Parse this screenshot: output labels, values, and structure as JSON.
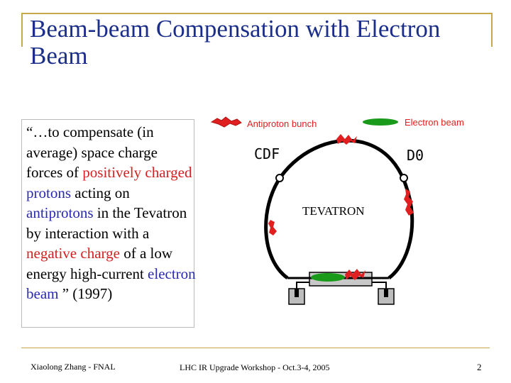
{
  "slide": {
    "title": "Beam-beam Compensation with Electron Beam",
    "quote": {
      "p1": "“…to compensate (in average) space charge forces of ",
      "positively_charged": "positively charged",
      "sp1": " ",
      "protons": "protons",
      "p2": " acting on ",
      "antiprotons": "antiprotons",
      "p3": " in the Tevatron by interaction with a ",
      "negative_charge": "negative charge",
      "p4": " of a low energy high-current ",
      "electron_beam": "electron beam",
      "p5": " ” (1997)"
    }
  },
  "diagram": {
    "legend_antiproton": "Antiproton bunch",
    "legend_electron": "Electron beam",
    "cdf": "CDF",
    "d0": "D0",
    "tevatron": "TEVATRON",
    "colors": {
      "antiproton": "#e02020",
      "electron": "#1a9a1a",
      "ring": "#000000"
    }
  },
  "footer": {
    "author": "Xiaolong Zhang - FNAL",
    "event": "LHC IR Upgrade Workshop - Oct.3-4, 2005",
    "page": "2"
  }
}
